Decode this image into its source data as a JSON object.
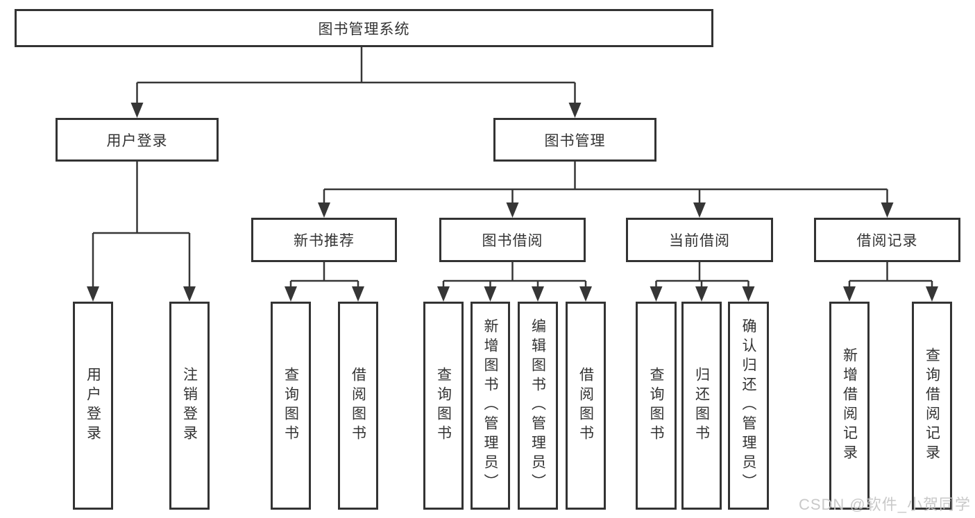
{
  "diagram": {
    "kind": "hierarchy-tree",
    "colors": {
      "line": "#363636",
      "box_border": "#333333",
      "text": "#333333",
      "background": "#ffffff",
      "watermark_text": "#c6c6c6"
    },
    "tree": {
      "label": "图书管理系统",
      "children": [
        {
          "label": "用户登录",
          "children": [
            {
              "label": "用户登录"
            },
            {
              "label": "注销登录"
            }
          ]
        },
        {
          "label": "图书管理",
          "children": [
            {
              "label": "新书推荐",
              "children": [
                {
                  "label": "查询图书"
                },
                {
                  "label": "借阅图书"
                }
              ]
            },
            {
              "label": "图书借阅",
              "children": [
                {
                  "label": "查询图书"
                },
                {
                  "label": "新增图书（管理员）"
                },
                {
                  "label": "编辑图书（管理员）"
                },
                {
                  "label": "借阅图书"
                }
              ]
            },
            {
              "label": "当前借阅",
              "children": [
                {
                  "label": "查询图书"
                },
                {
                  "label": "归还图书"
                },
                {
                  "label": "确认归还（管理员）"
                }
              ]
            },
            {
              "label": "借阅记录",
              "children": [
                {
                  "label": "新增借阅记录"
                },
                {
                  "label": "查询借阅记录"
                }
              ]
            }
          ]
        }
      ]
    },
    "watermark": "CSDN @软件_小贺同学"
  }
}
